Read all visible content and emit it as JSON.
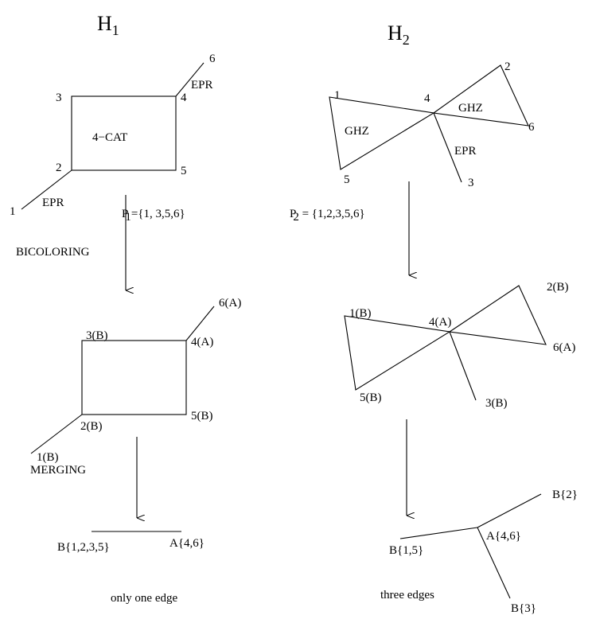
{
  "h1": {
    "title": "H",
    "title_sub": "1",
    "top": {
      "v1": "1",
      "v2": "2",
      "v3": "3",
      "v4": "4",
      "v5": "5",
      "v6": "6",
      "cat": "4−CAT",
      "epr_top": "EPR",
      "epr_bottom": "EPR"
    },
    "partition": {
      "p": "P",
      "sub": "1",
      "rest": "={1, 3,5,6}"
    },
    "step1": "BICOLORING",
    "mid": {
      "v1": "1(B)",
      "v2": "2(B)",
      "v3": "3(B)",
      "v4": "4(A)",
      "v5": "5(B)",
      "v6": "6(A)"
    },
    "step2": "MERGING",
    "bottom": {
      "b": "B{1,2,3,5}",
      "a": "A{4,6}",
      "caption": "only one edge"
    }
  },
  "h2": {
    "title": "H",
    "title_sub": "2",
    "top": {
      "v1": "1",
      "v2": "2",
      "v3": "3",
      "v4": "4",
      "v5": "5",
      "v6": "6",
      "ghz_left": "GHZ",
      "ghz_right": "GHZ",
      "epr": "EPR"
    },
    "partition": {
      "p": "P",
      "sub": "2",
      "rest": " = {1,2,3,5,6}"
    },
    "mid": {
      "v1": "1(B)",
      "v2": "2(B)",
      "v3": "3(B)",
      "v4": "4(A)",
      "v5": "5(B)",
      "v6": "6(A)"
    },
    "bottom": {
      "b15": "B{1,5}",
      "a46": "A{4,6}",
      "b2": "B{2}",
      "b3": "B{3}",
      "caption": "three edges"
    }
  }
}
